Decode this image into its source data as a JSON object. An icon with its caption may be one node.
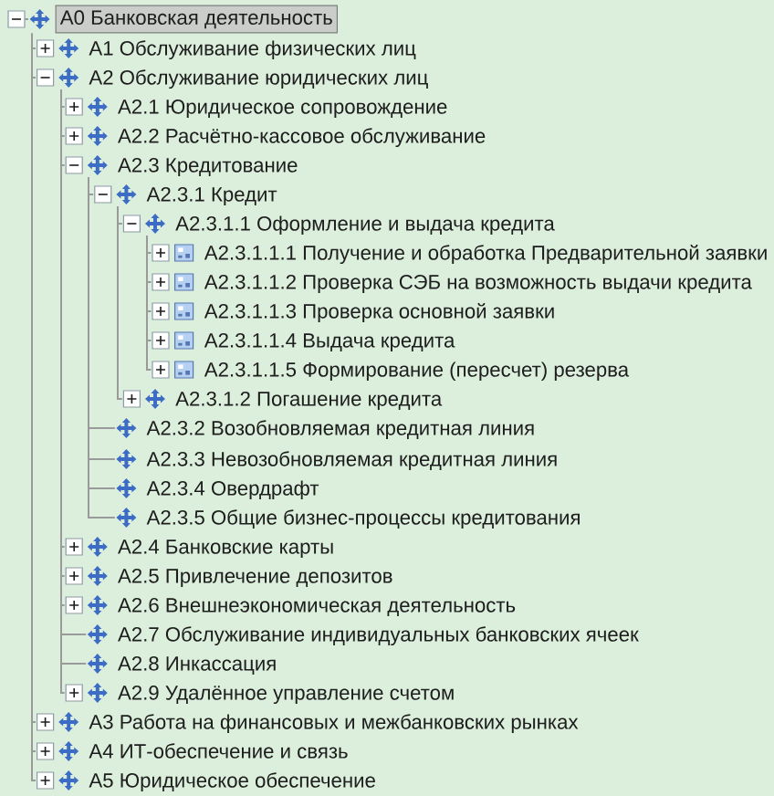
{
  "diagram": {
    "nodes": [
      {
        "text": [
          "A0 Банковская деятельность"
        ]
      },
      {
        "text": [
          "A1 Обслуживание физических лиц"
        ]
      },
      {
        "text": [
          "A2 Обслуживание юридических лиц"
        ]
      },
      {
        "text": [
          "A2.1 Юридическое сопровождение"
        ]
      },
      {
        "text": [
          "A2.2 Расчётно-кассовое обслуживание"
        ]
      },
      {
        "text": [
          "A2.3 Кредитование"
        ]
      },
      {
        "text": [
          "A2.3.1 Кредит"
        ]
      },
      {
        "text": [
          "A2.3.1.1 Оформление и выдача кредита"
        ]
      },
      {
        "text": [
          "A2.3.1.1.1 Получение и обработка Предварительной заявки"
        ]
      },
      {
        "text": [
          "A2.3.1.1.2 Проверка СЭБ на возможность выдачи кредита"
        ]
      },
      {
        "text": [
          "A2.3.1.1.3 Проверка основной заявки"
        ]
      },
      {
        "text": [
          "A2.3.1.1.4 Выдача кредита"
        ]
      },
      {
        "text": [
          "A2.3.1.1.5 Формирование (пересчет) резерва"
        ]
      },
      {
        "text": [
          "A2.3.1.2 Погашение кредита"
        ]
      },
      {
        "text": [
          "A2.3.2 Возобновляемая кредитная линия"
        ]
      },
      {
        "text": [
          "A2.3.3 Невозобновляемая кредитная линия"
        ]
      },
      {
        "text": [
          "A2.3.4 Овердрафт"
        ]
      },
      {
        "text": [
          "A2.3.5 Общие бизнес-процессы кредитования"
        ]
      },
      {
        "text": [
          "A2.4 Банковские карты"
        ]
      },
      {
        "text": [
          "A2.5 Привлечение депозитов"
        ]
      },
      {
        "text": [
          "A2.6 Внешнеэкономическая деятельность"
        ]
      },
      {
        "text": [
          "A2.7 Обслуживание индивидуальных банковских ячеек"
        ]
      },
      {
        "text": [
          "A2.8 Инкассация"
        ]
      },
      {
        "text": [
          "A2.9 Удалённое управление счетом"
        ]
      },
      {
        "text": [
          "A3 Работа на финансовых и межбанковских рынках"
        ]
      },
      {
        "text": [
          "A4 ИТ-обеспечение и связь"
        ]
      },
      {
        "text": [
          "A5 Юридическое обеспечение"
        ]
      }
    ],
    "edges": [
      {
        "from": 0,
        "to": 1,
        "arrow": "none"
      },
      {
        "from": 0,
        "to": 2,
        "arrow": "none"
      },
      {
        "from": 2,
        "to": 3,
        "arrow": "none"
      },
      {
        "from": 2,
        "to": 4,
        "arrow": "none"
      },
      {
        "from": 2,
        "to": 5,
        "arrow": "none"
      },
      {
        "from": 5,
        "to": 6,
        "arrow": "none"
      },
      {
        "from": 6,
        "to": 7,
        "arrow": "none"
      },
      {
        "from": 7,
        "to": 8,
        "arrow": "none"
      },
      {
        "from": 7,
        "to": 9,
        "arrow": "none"
      },
      {
        "from": 7,
        "to": 10,
        "arrow": "none"
      },
      {
        "from": 7,
        "to": 11,
        "arrow": "none"
      },
      {
        "from": 7,
        "to": 12,
        "arrow": "none"
      },
      {
        "from": 6,
        "to": 13,
        "arrow": "none"
      },
      {
        "from": 5,
        "to": 14,
        "arrow": "none"
      },
      {
        "from": 5,
        "to": 15,
        "arrow": "none"
      },
      {
        "from": 5,
        "to": 16,
        "arrow": "none"
      },
      {
        "from": 5,
        "to": 17,
        "arrow": "none"
      },
      {
        "from": 2,
        "to": 18,
        "arrow": "none"
      },
      {
        "from": 2,
        "to": 19,
        "arrow": "none"
      },
      {
        "from": 2,
        "to": 20,
        "arrow": "none"
      },
      {
        "from": 2,
        "to": 21,
        "arrow": "none"
      },
      {
        "from": 2,
        "to": 22,
        "arrow": "none"
      },
      {
        "from": 2,
        "to": 23,
        "arrow": "none"
      },
      {
        "from": 0,
        "to": 24,
        "arrow": "none"
      },
      {
        "from": 0,
        "to": 25,
        "arrow": "none"
      },
      {
        "from": 0,
        "to": 26,
        "arrow": "none"
      }
    ]
  }
}
